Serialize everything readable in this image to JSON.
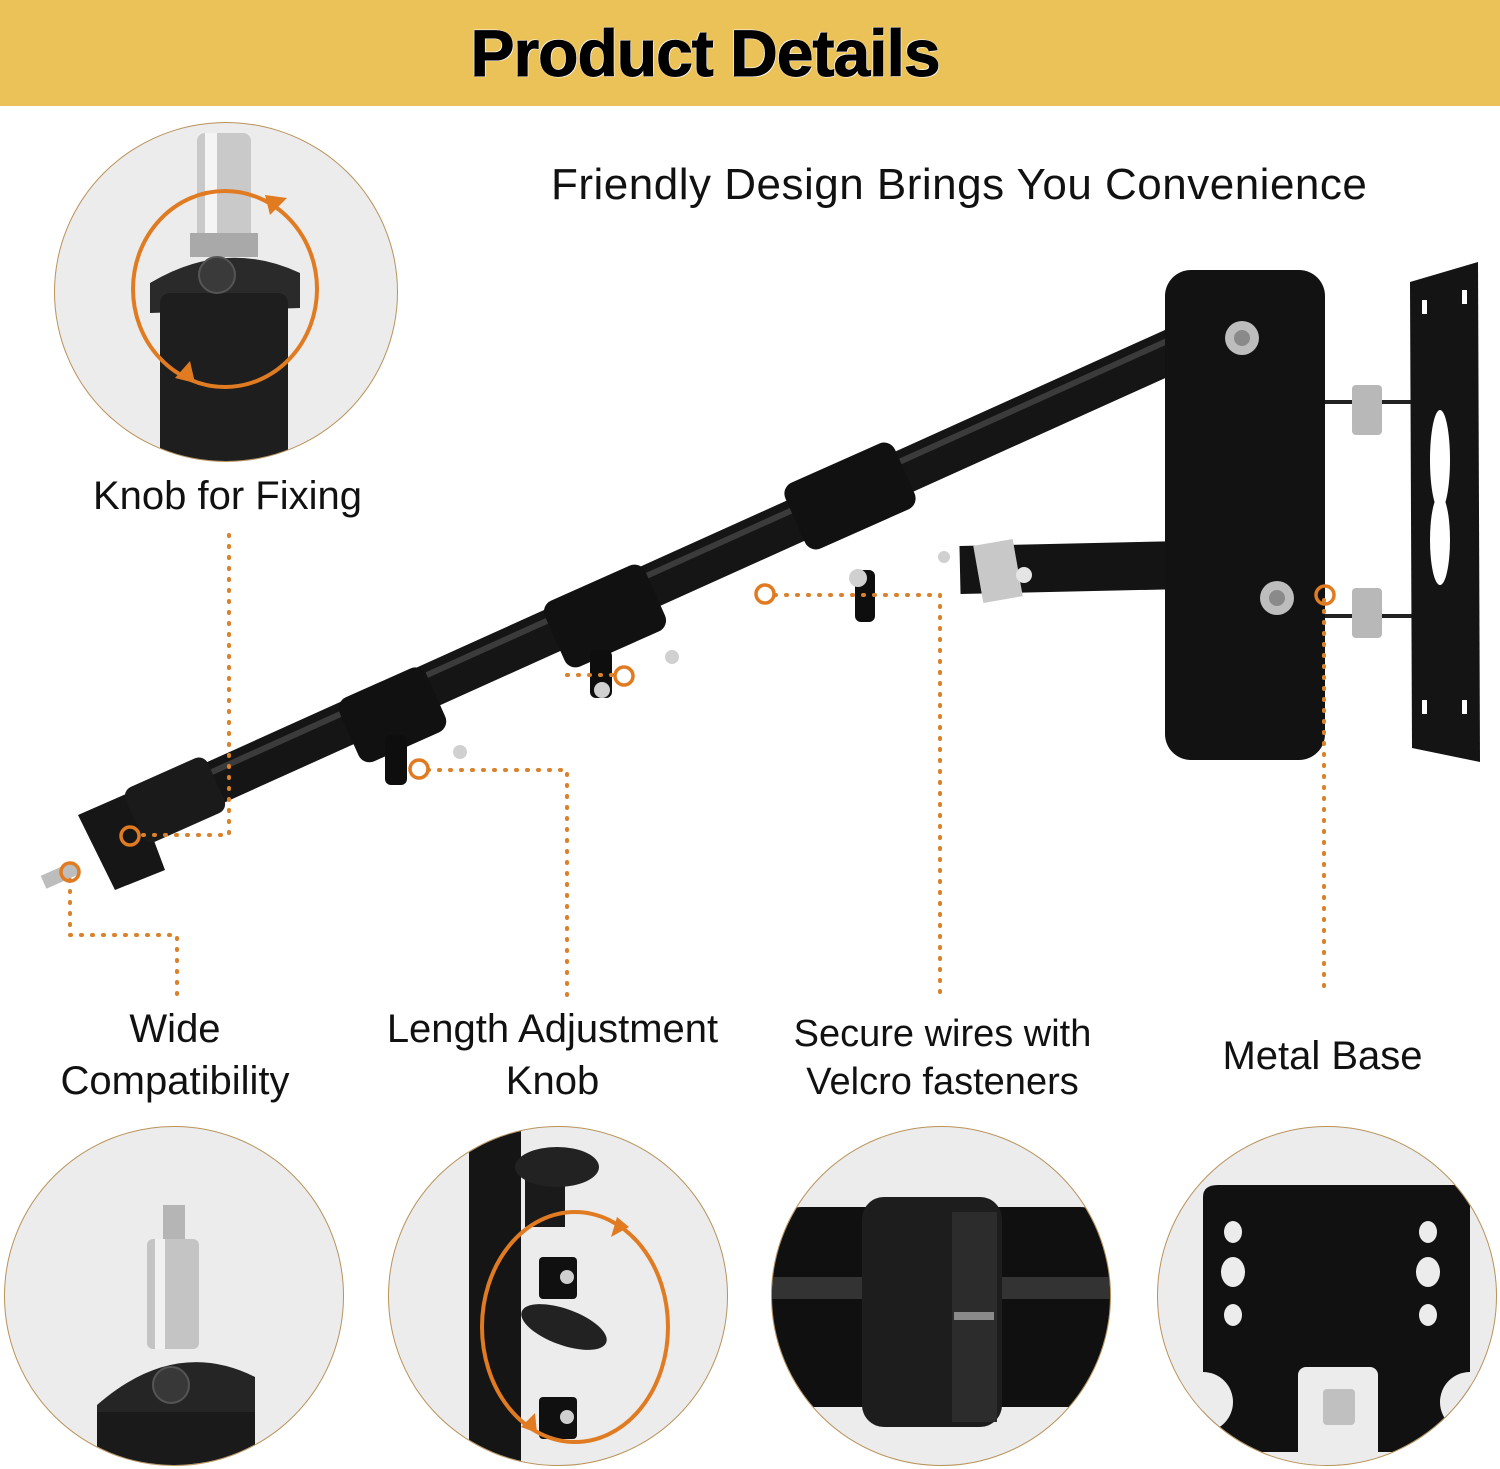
{
  "header": {
    "title": "Product Details",
    "background_color": "#ebc257"
  },
  "subtitle": "Friendly Design Brings You Convenience",
  "callouts": [
    {
      "id": "knob-fixing",
      "label": "Knob for Fixing"
    },
    {
      "id": "wide-compat",
      "label_line1": "Wide",
      "label_line2": "Compatibility"
    },
    {
      "id": "length-adjust",
      "label_line1": "Length Adjustment",
      "label_line2": "Knob"
    },
    {
      "id": "velcro",
      "label_line1": "Secure wires with",
      "label_line2": "Velcro fasteners"
    },
    {
      "id": "metal-base",
      "label": "Metal Base"
    }
  ],
  "colors": {
    "accent_orange": "#e07b22",
    "leader_dots": "#d9822b",
    "circle_bg": "#ececec",
    "circle_border": "#b9935a",
    "product_black": "#141414"
  }
}
